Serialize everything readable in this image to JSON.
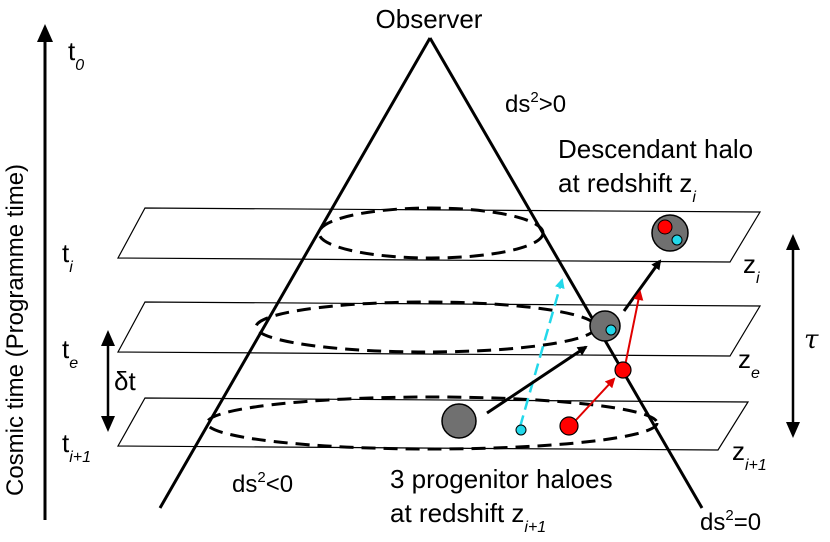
{
  "labels": {
    "observer": "Observer",
    "vertical_axis": "Cosmic time (Programme time)",
    "t0": {
      "base": "t",
      "sub": "0"
    },
    "ti": {
      "base": "t",
      "sub": "i"
    },
    "te": {
      "base": "t",
      "sub": "e"
    },
    "ti1": {
      "base": "t",
      "sub": "i+1"
    },
    "delta_t": "δt",
    "zi": {
      "base": "z",
      "sub": "i"
    },
    "ze": {
      "base": "z",
      "sub": "e"
    },
    "zi1": {
      "base": "z",
      "sub": "i+1"
    },
    "tau": "τ",
    "ds_pos": {
      "pre": "ds",
      "sup": "2",
      "post": ">0"
    },
    "ds_neg": {
      "pre": "ds",
      "sup": "2",
      "post": "<0"
    },
    "ds_zero": {
      "pre": "ds",
      "sup": "2",
      "post": "=0"
    },
    "descendant_line1": "Descendant halo",
    "descendant_line2": {
      "pre": "at redshift z",
      "sub": "i"
    },
    "progenitor_line1": "3 progenitor haloes",
    "progenitor_line2": {
      "pre": "at redshift z",
      "sub": "i+1"
    }
  },
  "colors": {
    "halo_grey": "#707070",
    "halo_red": "#ff0000",
    "halo_cyan": "#22d8ea",
    "arrow_black": "#000000",
    "arrow_red": "#e00000",
    "arrow_cyan": "#22d8ea"
  }
}
